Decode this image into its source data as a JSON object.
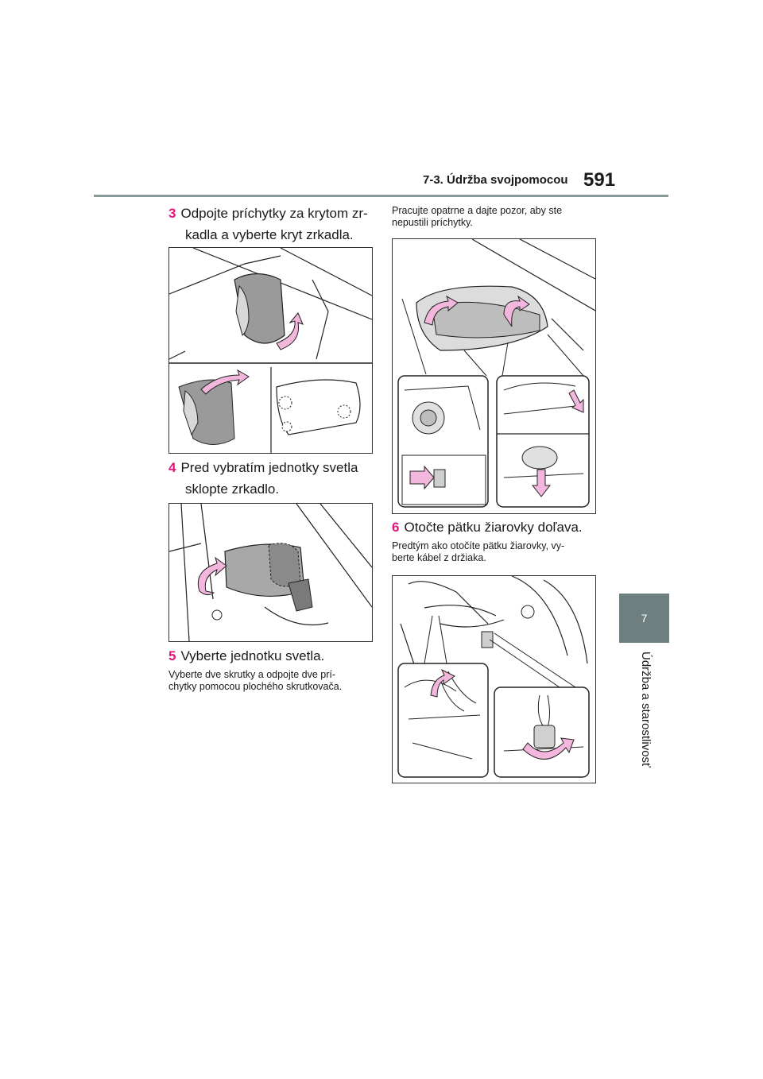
{
  "header": {
    "section_title": "7-3. Údržba svojpomocou",
    "page_number": "591"
  },
  "side_tab": {
    "chapter_number": "7",
    "chapter_title": "Údržba a starostlivosť"
  },
  "left_column": {
    "step3": {
      "number": "3",
      "line1": "Odpojte príchytky za krytom zr-",
      "line2": "kadla a vyberte kryt zrkadla."
    },
    "step4": {
      "number": "4",
      "line1": "Pred vybratím jednotky svetla",
      "line2": "sklopte zrkadlo."
    },
    "step5": {
      "number": "5",
      "line1": "Vyberte jednotku svetla."
    },
    "step5_note": {
      "line1": "Vyberte dve skrutky a odpojte dve prí-",
      "line2": "chytky pomocou plochého skrutkovača."
    }
  },
  "right_column": {
    "caution_note": {
      "line1": "Pracujte opatrne a dajte pozor, aby ste",
      "line2": "nepustili príchytky."
    },
    "step6": {
      "number": "6",
      "line1": "Otočte pätku žiarovky doľava."
    },
    "step6_note": {
      "line1": "Predtým ako otočíte pätku žiarovky, vy-",
      "line2": "berte kábel z držiaka."
    }
  },
  "colors": {
    "accent_pink": "#e0147a",
    "arrow_fill": "#f3b6dc",
    "tab_gray": "#6d7f7f",
    "rule_gray": "#8a9a9a"
  }
}
